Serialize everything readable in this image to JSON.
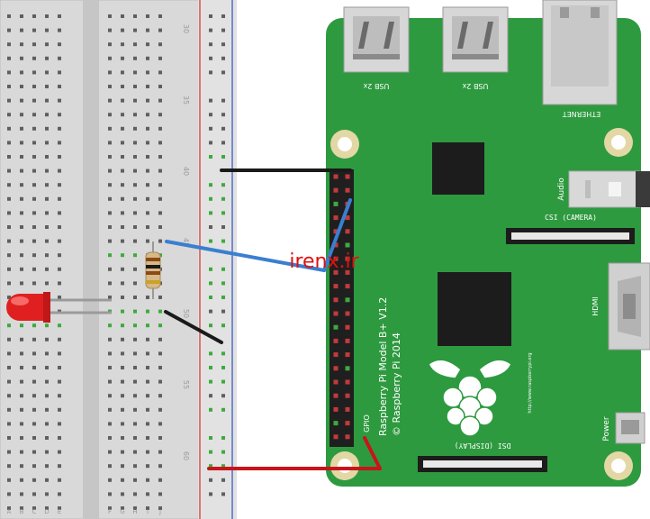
{
  "breadboard": {
    "row_labels": [
      "30",
      "35",
      "40",
      "45",
      "50",
      "55",
      "60"
    ],
    "column_letters": [
      "A",
      "B",
      "C",
      "D",
      "E",
      "",
      "F",
      "G",
      "H",
      "I",
      "J"
    ]
  },
  "board": {
    "usb_label_1": "USB 2x",
    "usb_label_2": "USB 2x",
    "ethernet_label": "ETHERNET",
    "audio_label": "Audio",
    "csi_label": "CSI (CAMERA)",
    "hdmi_label": "HDMI",
    "power_label": "Power",
    "dsi_label": "DSI (DISPLAY)",
    "gpio_label": "GPIO",
    "model_line_1": "Raspberry Pi Model B+ V1.2",
    "model_line_2": "© Raspberry Pi 2014",
    "website": "http://www.raspberrypi.org"
  },
  "watermark": "irenx.ir",
  "colors": {
    "pcb_green": "#2e9a3f",
    "wire_black": "#1a1a1a",
    "wire_blue": "#3a7fd0",
    "wire_red": "#c8141a",
    "led_red": "#e02020",
    "watermark_red": "#e01010"
  }
}
